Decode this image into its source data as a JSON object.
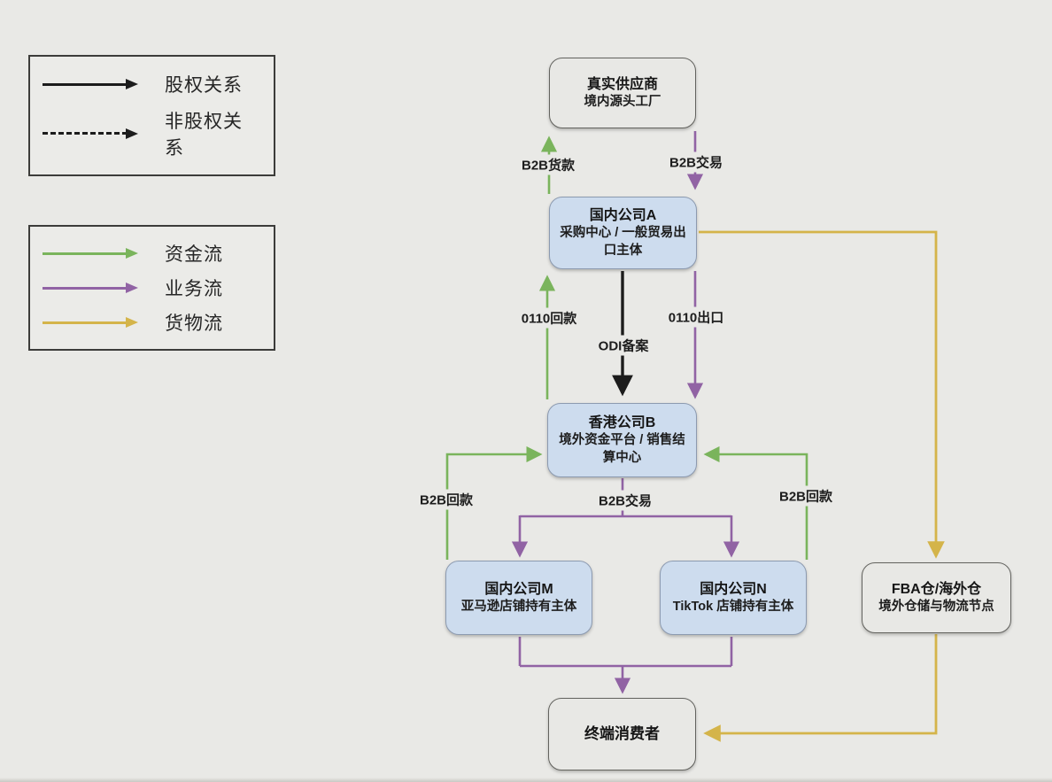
{
  "legend_relationship": {
    "items": [
      {
        "label": "股权关系",
        "line_style": "solid",
        "color": "#1c1c1c"
      },
      {
        "label": "非股权关系",
        "line_style": "dashed",
        "color": "#1c1c1c"
      }
    ]
  },
  "legend_flows": {
    "items": [
      {
        "label": "资金流",
        "color": "#7ab45c"
      },
      {
        "label": "业务流",
        "color": "#9163a4"
      },
      {
        "label": "货物流",
        "color": "#d4b44a"
      }
    ]
  },
  "nodes": {
    "supplier": {
      "title": "真实供应商",
      "subtitle": "境内源头工厂"
    },
    "company_a": {
      "title": "国内公司A",
      "subtitle": "采购中心 / 一般贸易出口主体"
    },
    "company_b": {
      "title": "香港公司B",
      "subtitle": "境外资金平台 / 销售结算中心"
    },
    "company_m": {
      "title": "国内公司M",
      "subtitle": "亚马逊店铺持有主体"
    },
    "company_n": {
      "title": "国内公司N",
      "subtitle": "TikTok 店铺持有主体"
    },
    "fba": {
      "title": "FBA仓/海外仓",
      "subtitle": "境外仓储与物流节点"
    },
    "consumer": {
      "title": "终端消费者"
    }
  },
  "edge_labels": {
    "supplier_payment": "B2B货款",
    "supplier_trade": "B2B交易",
    "return_0110": "0110回款",
    "odi_filing": "ODI备案",
    "export_0110": "0110出口",
    "return_left": "B2B回款",
    "trade_mid": "B2B交易",
    "return_right": "B2B回款"
  },
  "colors": {
    "background": "#e9e9e6",
    "node_blue_fill": "#cddcee",
    "node_blue_border": "#8c9ab0",
    "node_gray_fill": "#e8e8e5",
    "equity_black": "#1c1c1c",
    "funds_flow_green": "#7ab45c",
    "business_flow_purple": "#9163a4",
    "goods_flow_yellow": "#d4b44a"
  }
}
